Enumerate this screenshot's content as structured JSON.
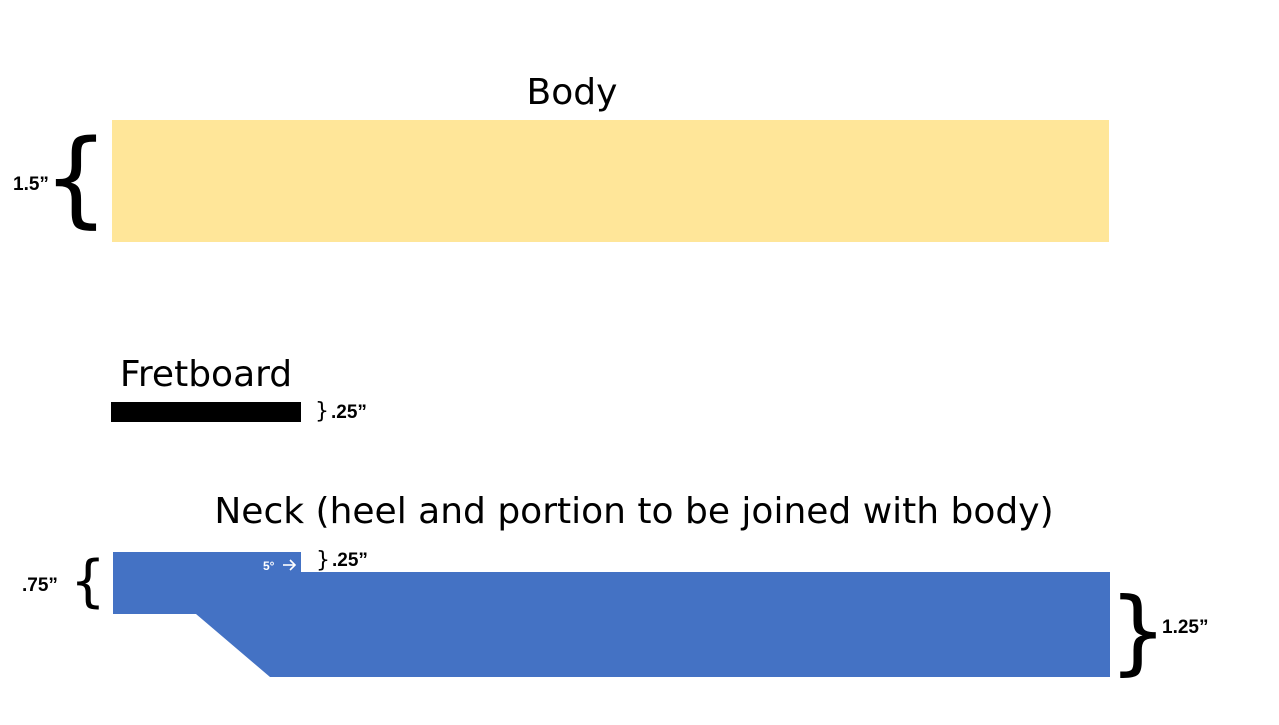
{
  "colors": {
    "body": "#FFE699",
    "fretboard": "#000000",
    "neck": "#4472C4",
    "arrow": "#ffffff"
  },
  "body": {
    "title": "Body",
    "thickness_label": "1.5”"
  },
  "fretboard": {
    "title": "Fretboard",
    "thickness_label": ".25”"
  },
  "neck": {
    "title": "Neck (heel and portion to be joined with body)",
    "heel_thickness_label": ".75”",
    "step_label": ".25”",
    "angle_label": "5°",
    "overall_thickness_label": "1.25”"
  },
  "icons": {
    "angle_arrow": "right-arrow-icon",
    "brace_left": "left-curly-brace",
    "brace_right": "right-curly-brace"
  }
}
